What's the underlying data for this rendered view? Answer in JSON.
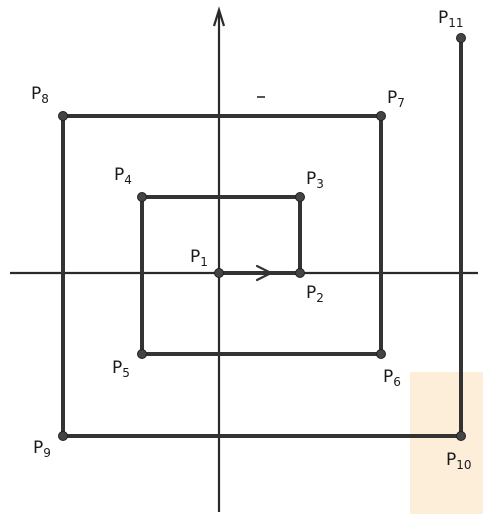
{
  "diagram": {
    "points": [
      {
        "id": "P1",
        "letter": "P",
        "sub": "1"
      },
      {
        "id": "P2",
        "letter": "P",
        "sub": "2"
      },
      {
        "id": "P3",
        "letter": "P",
        "sub": "3"
      },
      {
        "id": "P4",
        "letter": "P",
        "sub": "4"
      },
      {
        "id": "P5",
        "letter": "P",
        "sub": "5"
      },
      {
        "id": "P6",
        "letter": "P",
        "sub": "6"
      },
      {
        "id": "P7",
        "letter": "P",
        "sub": "7"
      },
      {
        "id": "P8",
        "letter": "P",
        "sub": "8"
      },
      {
        "id": "P9",
        "letter": "P",
        "sub": "9"
      },
      {
        "id": "P10",
        "letter": "P",
        "sub": "10"
      },
      {
        "id": "P11",
        "letter": "P",
        "sub": "11"
      }
    ],
    "path_order": [
      "P1",
      "P2",
      "P3",
      "P4",
      "P5",
      "P6",
      "P7",
      "P8",
      "P9",
      "P10",
      "P11"
    ],
    "arrow_direction": "right"
  }
}
